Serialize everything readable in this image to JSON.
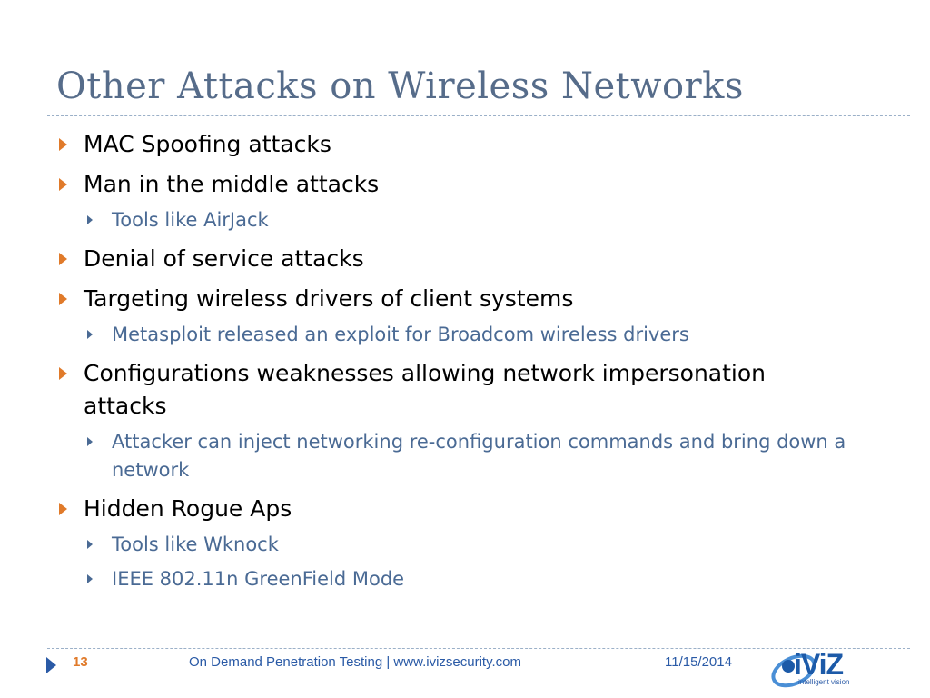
{
  "slide": {
    "title": "Other Attacks on Wireless Networks",
    "bullets": [
      {
        "level": 1,
        "text": "MAC Spoofing attacks"
      },
      {
        "level": 1,
        "text": "Man in the middle attacks"
      },
      {
        "level": 2,
        "text": "Tools like AirJack"
      },
      {
        "level": 1,
        "text": "Denial of service attacks"
      },
      {
        "level": 1,
        "text": "Targeting wireless drivers of client systems"
      },
      {
        "level": 2,
        "text": "Metasploit released an exploit for Broadcom wireless drivers"
      },
      {
        "level": 1,
        "text": "Configurations weaknesses allowing network impersonation attacks"
      },
      {
        "level": 2,
        "text": "Attacker can inject networking re-configuration commands and bring down a network"
      },
      {
        "level": 1,
        "text": "Hidden Rogue Aps"
      },
      {
        "level": 2,
        "text": "Tools like Wknock"
      },
      {
        "level": 2,
        "text": "IEEE 802.11n GreenField Mode"
      }
    ]
  },
  "footer": {
    "page_number": "13",
    "center_text": "On Demand Penetration Testing | www.ivizsecurity.com",
    "date": "11/15/2014"
  },
  "logo": {
    "wordmark": "iViZ",
    "tagline": "intelligent vision"
  },
  "colors": {
    "title": "#566c8a",
    "level1_bullet": "#e07a2a",
    "level2_text": "#4a6a94",
    "footer_text": "#2a5aa6",
    "page_number": "#e07a2a"
  }
}
